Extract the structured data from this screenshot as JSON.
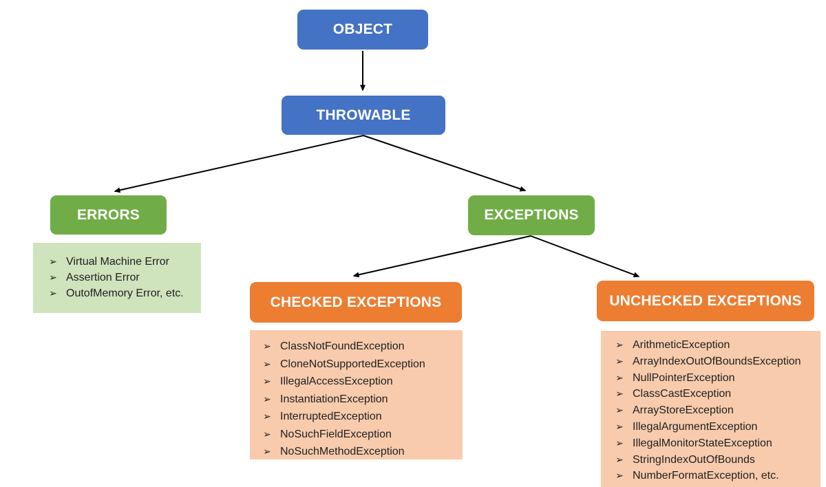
{
  "diagram": {
    "bullet": "➢",
    "colors": {
      "blue": "#4472C4",
      "green": "#70AD47",
      "orange": "#ED7D31",
      "light_green": "#CFE3BD",
      "light_orange": "#F8CBAD",
      "arrow": "#000000",
      "list_text": "#1F1F1F",
      "node_text": "#FFFFFF"
    },
    "nodes": {
      "object": {
        "label": "OBJECT"
      },
      "throwable": {
        "label": "THROWABLE"
      },
      "errors": {
        "label": "ERRORS"
      },
      "exceptions": {
        "label": "EXCEPTIONS"
      },
      "checked": {
        "label": "CHECKED EXCEPTIONS"
      },
      "unchecked": {
        "label": "UNCHECKED EXCEPTIONS"
      }
    },
    "lists": {
      "errors": {
        "items": [
          "Virtual Machine Error",
          "Assertion Error",
          "OutofMemory Error, etc."
        ]
      },
      "checked": {
        "items": [
          "ClassNotFoundException",
          "CloneNotSupportedException",
          "IllegalAccessException",
          "InstantiationException",
          "InterruptedException",
          "NoSuchFieldException",
          "NoSuchMethodException"
        ]
      },
      "unchecked": {
        "items": [
          "ArithmeticException",
          "ArrayIndexOutOfBoundsException",
          "NullPointerException",
          "ClassCastException",
          "ArrayStoreException",
          "IllegalArgumentException",
          "IllegalMonitorStateException",
          "StringIndexOutOfBounds",
          "NumberFormatException, etc."
        ]
      }
    },
    "edges": [
      {
        "from": "object",
        "to": "throwable"
      },
      {
        "from": "throwable",
        "to": "errors"
      },
      {
        "from": "throwable",
        "to": "exceptions"
      },
      {
        "from": "exceptions",
        "to": "checked"
      },
      {
        "from": "exceptions",
        "to": "unchecked"
      }
    ]
  }
}
